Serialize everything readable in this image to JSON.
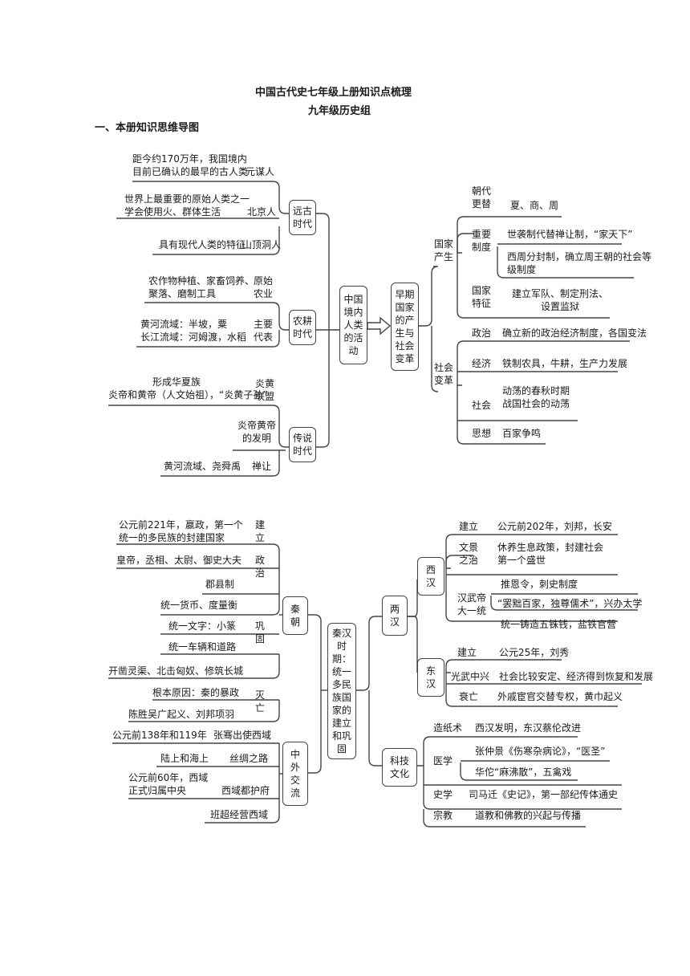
{
  "doc": {
    "title": "中国古代史七年级上册知识点梳理",
    "subtitle": "九年级历史组",
    "section": "一、本册知识思维导图"
  },
  "map1": {
    "center": "中国境内人类的活动",
    "yuangu": {
      "label": "远古时代",
      "items": [
        {
          "desc": "距今约170万年，我国境内\n目前已确认的最早的古人类",
          "name": "元谋人"
        },
        {
          "desc": "世界上最重要的原始人类之一\n学会使用火、群体生活",
          "name": "北京人"
        },
        {
          "desc": "具有现代人类的特征",
          "name": "山顶洞人"
        }
      ]
    },
    "nonggeng": {
      "label": "农耕时代",
      "items": [
        {
          "desc": "农作物种植、家畜饲养、\n聚落、磨制工具",
          "name": "原始\n农业"
        },
        {
          "desc": "黄河流域：半坡，粟\n长江流域：河姆渡，水稻",
          "name": "主要\n代表"
        }
      ]
    },
    "chuanshuo": {
      "label": "传说时代",
      "items": [
        {
          "desc": "形成华夏族\n炎帝和黄帝（人文始祖），“炎黄子孙”",
          "name": "炎黄\n联盟"
        },
        {
          "desc": "",
          "name": "炎帝黄帝\n的发明"
        },
        {
          "desc": "黄河流域、尧舜禹",
          "name": "禅让"
        }
      ]
    },
    "right_center": "早期国家的产生与社会变革",
    "guojia": {
      "label": "国家\n产生",
      "items": [
        {
          "name": "朝代\n更替",
          "desc": [
            "夏、商、周"
          ]
        },
        {
          "name": "重要\n制度",
          "desc": [
            "世袭制代替禅让制，“家天下”",
            "西周分封制，确立周王朝的社会等\n级制度"
          ]
        },
        {
          "name": "国家\n特征",
          "desc": [
            "建立军队、制定刑法、\n设置监狱"
          ]
        }
      ]
    },
    "shehui": {
      "label": "社会\n变革",
      "items": [
        {
          "name": "政治",
          "desc": "确立新的政治经济制度，各国变法"
        },
        {
          "name": "经济",
          "desc": "铁制农具，牛耕，生产力发展"
        },
        {
          "name": "社会",
          "desc": "动荡的春秋时期\n战国社会的动荡"
        },
        {
          "name": "思想",
          "desc": "百家争鸣"
        }
      ]
    }
  },
  "map2": {
    "center": "秦汉时期：统一多民族国家的建立和巩固",
    "qin": {
      "label": "秦\n朝",
      "jianli": {
        "name": "建\n立",
        "desc": "公元前221年，嬴政，第一个\n统一的多民族的封建国家"
      },
      "zhengzhi": {
        "name": "政\n治",
        "descs": [
          "皇帝，丞相、太尉、御史大夫",
          "郡县制"
        ]
      },
      "gonggu": {
        "name": "巩\n固",
        "descs": [
          "统一货币、度量衡",
          "统一文字：小篆",
          "统一车辆和道路",
          "开凿灵渠、北击匈奴、修筑长城"
        ]
      },
      "miewang": {
        "name": "灭\n亡",
        "descs": [
          "根本原因：秦的暴政",
          "陈胜吴广起义、刘邦项羽"
        ]
      }
    },
    "zhongwai": {
      "label": "中\n外\n交\n流",
      "items": [
        {
          "desc": "公元前138年和119年",
          "name": "张骞出使西域"
        },
        {
          "desc": "陆上和海上",
          "name": "丝绸之路"
        },
        {
          "desc": "公元前60年，西域\n正式归属中央",
          "name": "西域都护府"
        },
        {
          "desc": "",
          "name": "班超经营西域"
        }
      ]
    },
    "lianghan": {
      "label": "两\n汉",
      "xihan": {
        "label": "西\n汉",
        "items": [
          {
            "name": "建立",
            "desc": "公元前202年，刘邦，长安"
          },
          {
            "name": "文景\n之治",
            "desc": "休养生息政策，封建社会\n第一个盛世"
          },
          {
            "name": "汉武帝\n大一统",
            "descs": [
              "推恩令，刺史制度",
              "“罢黜百家，独尊儒术”，兴办太学",
              "统一铸造五铢钱，盐铁官营"
            ]
          }
        ]
      },
      "donghan": {
        "label": "东\n汉",
        "items": [
          {
            "name": "建立",
            "desc": "公元25年，刘秀"
          },
          {
            "name": "光武中兴",
            "desc": "社会比较安定、经济得到恢复和发展"
          },
          {
            "name": "衰亡",
            "desc": "外戚宦官交替专权，黄巾起义"
          }
        ]
      }
    },
    "keji": {
      "label": "科技\n文化",
      "items": [
        {
          "name": "造纸术",
          "desc": "西汉发明，东汉蔡伦改进"
        },
        {
          "name": "医学",
          "descs": [
            "张仲景《伤寒杂病论》，“医圣”",
            "华佗“麻沸散”，五禽戏"
          ]
        },
        {
          "name": "史学",
          "desc": "司马迁《史记》，第一部纪传体通史"
        },
        {
          "name": "宗教",
          "desc": "道教和佛教的兴起与传播"
        }
      ]
    }
  }
}
